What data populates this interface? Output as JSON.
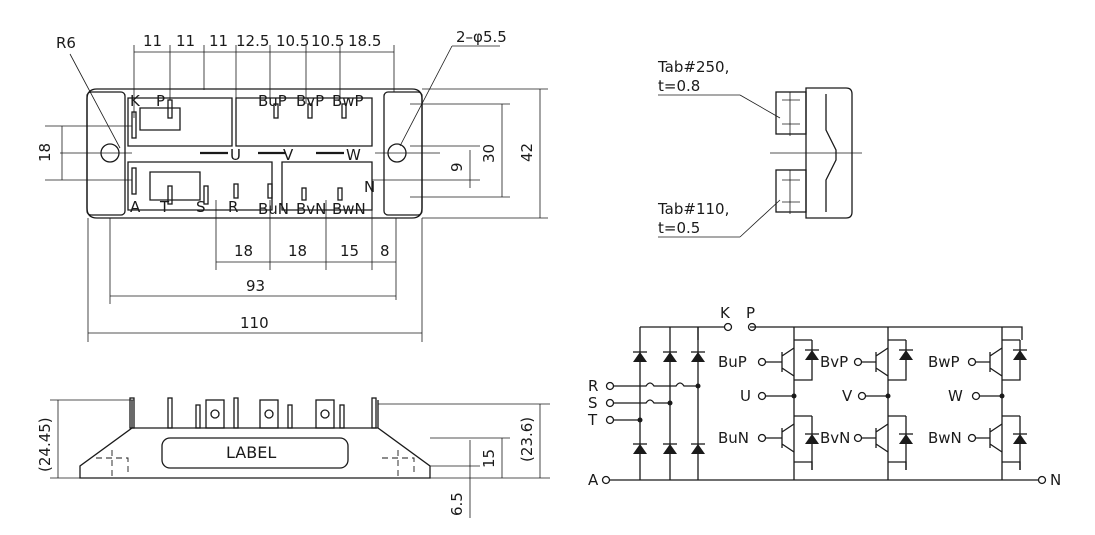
{
  "top_view": {
    "dim_top": [
      "11",
      "11",
      "11",
      "12.5",
      "10.5",
      "10.5",
      "18.5"
    ],
    "hole_note": "2–φ5.5",
    "radius_note": "R6",
    "dim_left": "18",
    "dim_right_inner": "9",
    "dim_right_mid": "30",
    "dim_right_outer": "42",
    "dim_bottom_row": [
      "18",
      "18",
      "15",
      "8"
    ],
    "dim_span_93": "93",
    "dim_span_110": "110",
    "terminals_top": [
      "K",
      "P",
      "BuP",
      "BvP",
      "BwP"
    ],
    "terminals_mid": [
      "U",
      "V",
      "W"
    ],
    "terminals_bottom": [
      "A",
      "T",
      "S",
      "R",
      "BuN",
      "BvN",
      "BwN",
      "N"
    ]
  },
  "side_view": {
    "label_text": "LABEL",
    "dim_left": "(24.45)",
    "dim_right": "(23.6)",
    "dim_15": "15",
    "dim_6_5": "6.5"
  },
  "tab_view": {
    "tab_top_line1": "Tab#250,",
    "tab_top_line2": "t=0.8",
    "tab_bottom_line1": "Tab#110,",
    "tab_bottom_line2": "t=0.5"
  },
  "schematic": {
    "nodes_top": [
      "K",
      "P"
    ],
    "inputs": [
      "R",
      "S",
      "T"
    ],
    "bottom_left": "A",
    "bottom_right": "N",
    "upper_gates": [
      "BuP",
      "BvP",
      "BwP"
    ],
    "lower_gates": [
      "BuN",
      "BvN",
      "BwN"
    ],
    "outputs": [
      "U",
      "V",
      "W"
    ]
  }
}
